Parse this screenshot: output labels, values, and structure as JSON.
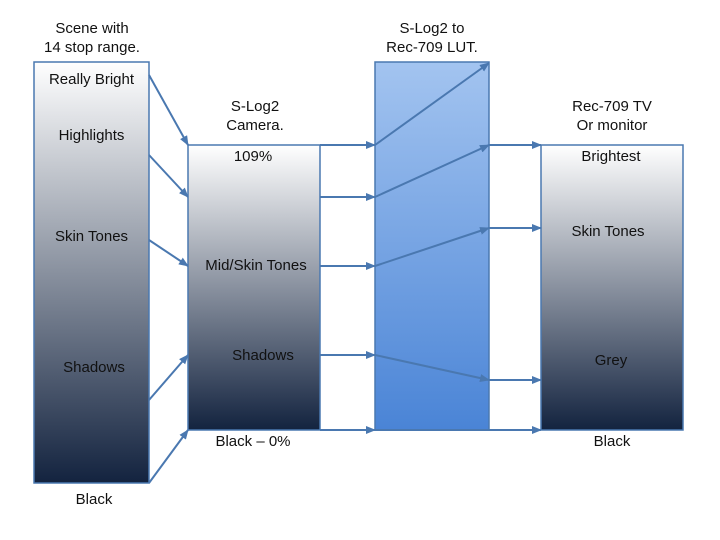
{
  "scene": {
    "header": [
      "Scene with",
      "14 stop range."
    ],
    "labels": {
      "really_bright": "Really Bright",
      "highlights": "Highlights",
      "skin_tones": "Skin Tones",
      "shadows": "Shadows",
      "black": "Black"
    }
  },
  "camera": {
    "header": [
      "S-Log2",
      "Camera."
    ],
    "labels": {
      "top": "109%",
      "mid": "Mid/Skin Tones",
      "shadows": "Shadows",
      "black": "Black – 0%"
    }
  },
  "lut": {
    "header": [
      "S-Log2 to",
      "Rec-709 LUT."
    ]
  },
  "monitor": {
    "header": [
      "Rec-709 TV",
      "Or monitor"
    ],
    "labels": {
      "brightest": "Brightest",
      "skin_tones": "Skin Tones",
      "grey": "Grey",
      "black": "Black"
    }
  },
  "colors": {
    "box_stroke": "#4a78b0",
    "gradient_top": "#ffffff",
    "gradient_bottom": "#13233f",
    "lut_top": "#a3c4f0",
    "lut_bottom": "#4a84d6",
    "arrow": "#4a78b0"
  }
}
